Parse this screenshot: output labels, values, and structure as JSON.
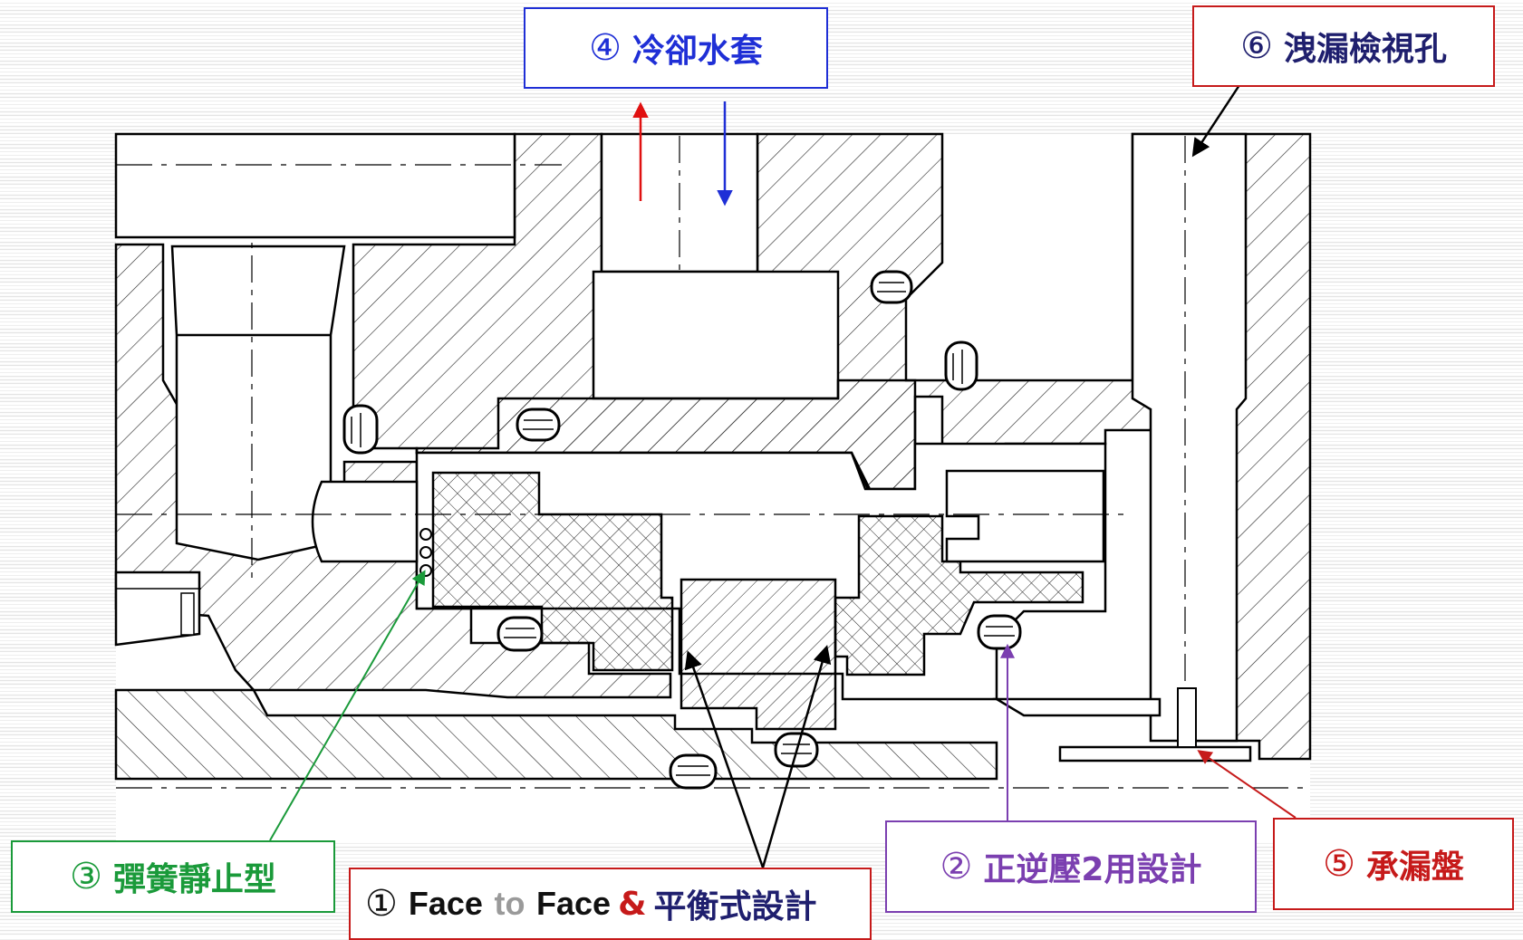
{
  "labels": {
    "cooling_jacket": {
      "num": "④",
      "text": "冷卻水套"
    },
    "leak_inspection": {
      "num": "⑥",
      "text": "洩漏檢視孔"
    },
    "spring_static": {
      "num": "③",
      "text": "彈簧靜止型"
    },
    "face_to_face": {
      "num": "①",
      "face1": "Face",
      "to": "to",
      "face2": "Face",
      "amp": "&",
      "balanced": "平衡式設計"
    },
    "dual_pressure": {
      "num": "②",
      "text": "正逆壓2用設計"
    },
    "drip_tray": {
      "num": "⑤",
      "text": "承漏盤"
    }
  },
  "colors": {
    "blue": "#1f2fd6",
    "red": "#c61a1a",
    "green": "#1a9a3a",
    "purple": "#7b3fb0",
    "navy": "#1f1f6e"
  }
}
